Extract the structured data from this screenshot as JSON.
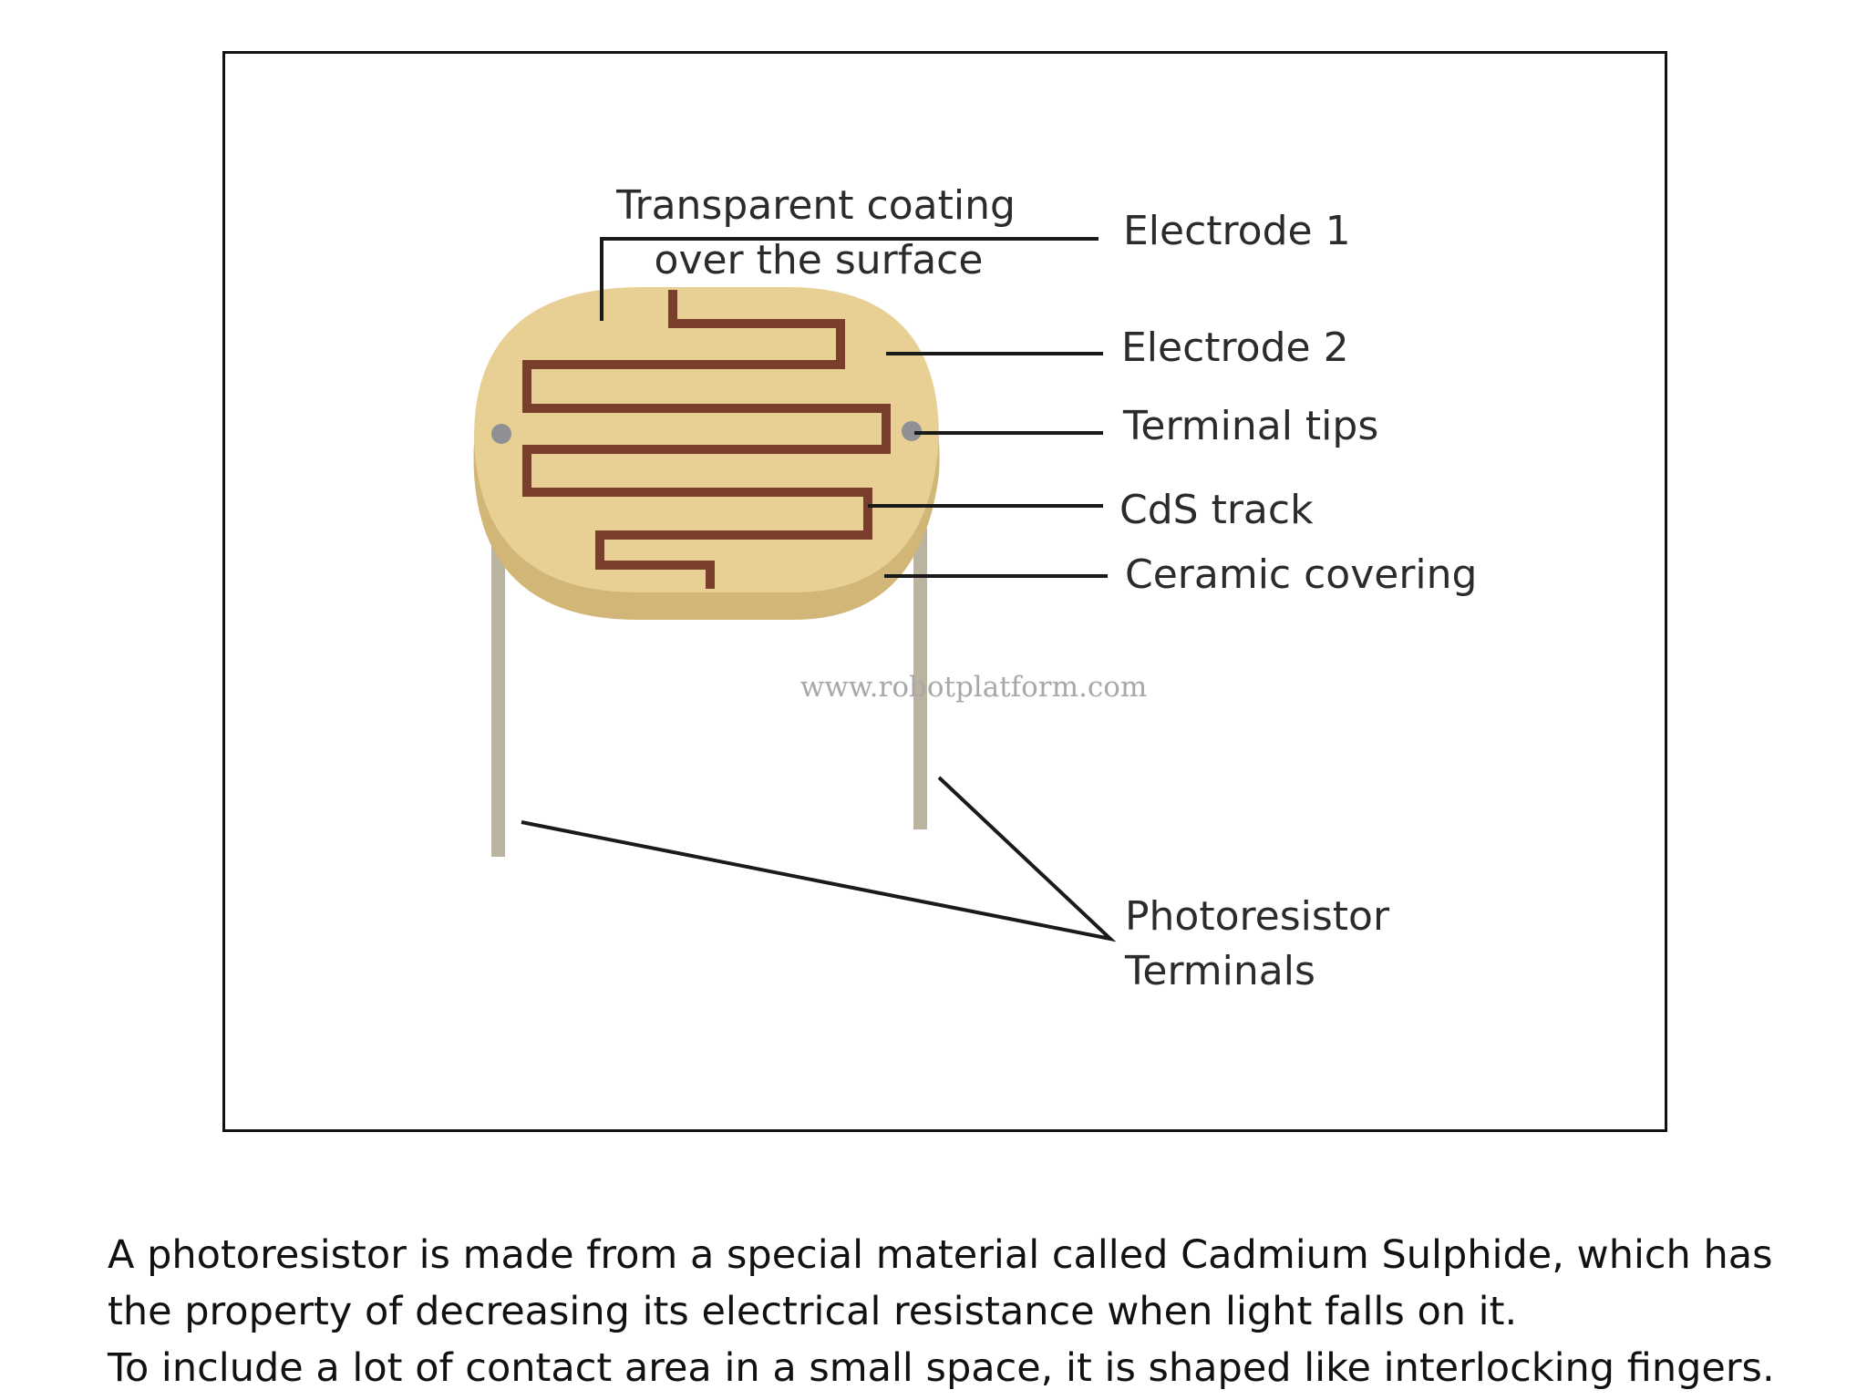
{
  "diagram": {
    "labels": {
      "transparent_coating_line1": "Transparent coating",
      "transparent_coating_line2": "over the surface",
      "electrode_1": "Electrode 1",
      "electrode_2": "Electrode 2",
      "terminal_tips": "Terminal tips",
      "cds_track": "CdS track",
      "ceramic_covering": "Ceramic covering",
      "photoresistor_terminals_line1": "Photoresistor",
      "photoresistor_terminals_line2": "Terminals"
    },
    "watermark": "www.robotplatform.com",
    "colors": {
      "ceramic_body": "#e8cf93",
      "ceramic_edge": "#d1b677",
      "cds_track": "#7a3f2c",
      "terminal_leads": "#b9b3a0",
      "terminal_tips": "#8f9096",
      "leader_lines": "#1a1a1a"
    }
  },
  "caption": {
    "line1": "A photoresistor is made from a special material called Cadmium Sulphide, which has",
    "line2": "the property of decreasing its electrical resistance when light falls on it.",
    "line3": "To include a lot of contact area in a small space, it is shaped like interlocking fingers."
  }
}
